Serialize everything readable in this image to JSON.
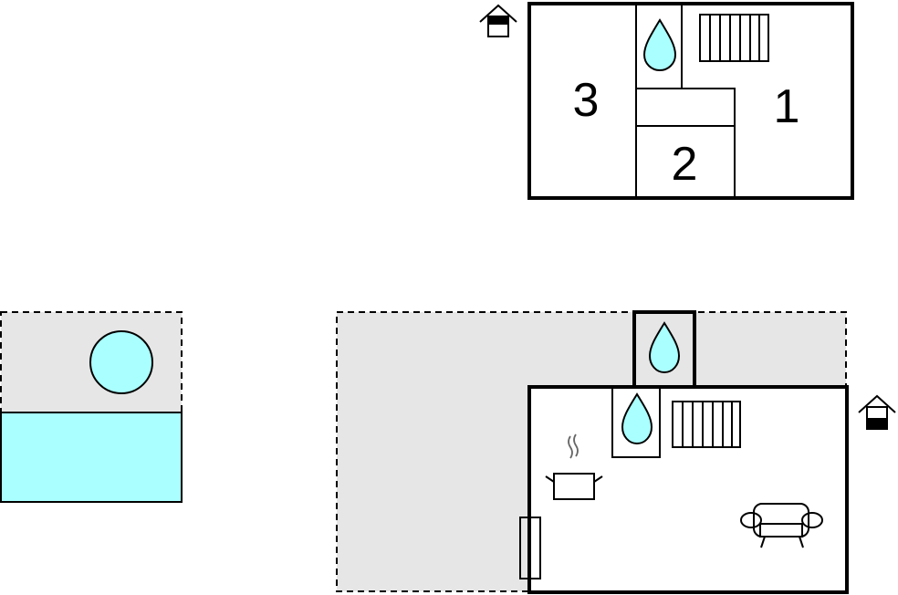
{
  "upper_floor": {
    "rooms": [
      {
        "label": "1"
      },
      {
        "label": "2"
      },
      {
        "label": "3"
      }
    ]
  },
  "icons": {
    "floor_indicator": "house-floor-icon",
    "water": "water-drop-icon",
    "radiator": "radiator-icon",
    "kitchen": "cooking-pot-icon",
    "living": "sofa-icon",
    "pool": "pool-icon"
  },
  "colors": {
    "water": "#aaffff",
    "terrace": "#e6e6e6",
    "wall": "#000000"
  }
}
